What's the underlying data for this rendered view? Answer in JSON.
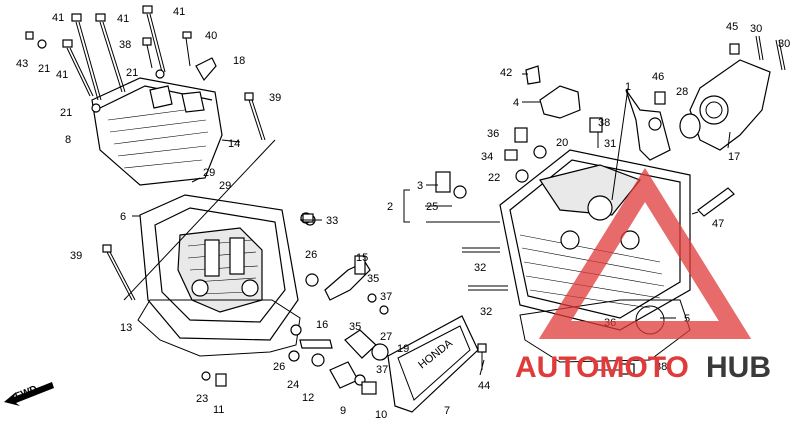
{
  "callouts": [
    {
      "id": "c41a",
      "text": "41"
    },
    {
      "id": "c41b",
      "text": "41"
    },
    {
      "id": "c41c",
      "text": "41"
    },
    {
      "id": "c41d",
      "text": "41"
    },
    {
      "id": "c40",
      "text": "40"
    },
    {
      "id": "c38a",
      "text": "38"
    },
    {
      "id": "c43",
      "text": "43"
    },
    {
      "id": "c21a",
      "text": "21"
    },
    {
      "id": "c21b",
      "text": "21"
    },
    {
      "id": "c18",
      "text": "18"
    },
    {
      "id": "c21c",
      "text": "21"
    },
    {
      "id": "c8",
      "text": "8"
    },
    {
      "id": "c14",
      "text": "14"
    },
    {
      "id": "c39a",
      "text": "39"
    },
    {
      "id": "c29a",
      "text": "29"
    },
    {
      "id": "c29b",
      "text": "29"
    },
    {
      "id": "c6",
      "text": "6"
    },
    {
      "id": "c33",
      "text": "33"
    },
    {
      "id": "c39b",
      "text": "39"
    },
    {
      "id": "c26a",
      "text": "26"
    },
    {
      "id": "c15",
      "text": "15"
    },
    {
      "id": "c35a",
      "text": "35"
    },
    {
      "id": "c37a",
      "text": "37"
    },
    {
      "id": "c13",
      "text": "13"
    },
    {
      "id": "c16",
      "text": "16"
    },
    {
      "id": "c35b",
      "text": "35"
    },
    {
      "id": "c27",
      "text": "27"
    },
    {
      "id": "c19",
      "text": "19"
    },
    {
      "id": "c26b",
      "text": "26"
    },
    {
      "id": "c24",
      "text": "24"
    },
    {
      "id": "c12",
      "text": "12"
    },
    {
      "id": "c37b",
      "text": "37"
    },
    {
      "id": "c23",
      "text": "23"
    },
    {
      "id": "c11",
      "text": "11"
    },
    {
      "id": "c9",
      "text": "9"
    },
    {
      "id": "c10",
      "text": "10"
    },
    {
      "id": "c7",
      "text": "7"
    },
    {
      "id": "c44",
      "text": "44"
    },
    {
      "id": "c42",
      "text": "42"
    },
    {
      "id": "c4",
      "text": "4"
    },
    {
      "id": "c46",
      "text": "46"
    },
    {
      "id": "c45",
      "text": "45"
    },
    {
      "id": "c30a",
      "text": "30"
    },
    {
      "id": "c30b",
      "text": "30"
    },
    {
      "id": "c28",
      "text": "28"
    },
    {
      "id": "c17",
      "text": "17"
    },
    {
      "id": "c1",
      "text": "1"
    },
    {
      "id": "c38b",
      "text": "38"
    },
    {
      "id": "c36a",
      "text": "36"
    },
    {
      "id": "c20",
      "text": "20"
    },
    {
      "id": "c31",
      "text": "31"
    },
    {
      "id": "c34",
      "text": "34"
    },
    {
      "id": "c22",
      "text": "22"
    },
    {
      "id": "c3",
      "text": "3"
    },
    {
      "id": "c2",
      "text": "2"
    },
    {
      "id": "c25",
      "text": "25"
    },
    {
      "id": "c47",
      "text": "47"
    },
    {
      "id": "c32a",
      "text": "32"
    },
    {
      "id": "c32b",
      "text": "32"
    },
    {
      "id": "c36b",
      "text": "36"
    },
    {
      "id": "c5",
      "text": "5"
    },
    {
      "id": "c38c",
      "text": "38"
    }
  ],
  "fwd_label": "FWD",
  "cover_stamp": "HONDA",
  "watermark": {
    "word_red": "AUTOMOTO",
    "word_dark": "HUB",
    "color_red": "#e03a3a",
    "color_dark": "#3a3a3a"
  }
}
